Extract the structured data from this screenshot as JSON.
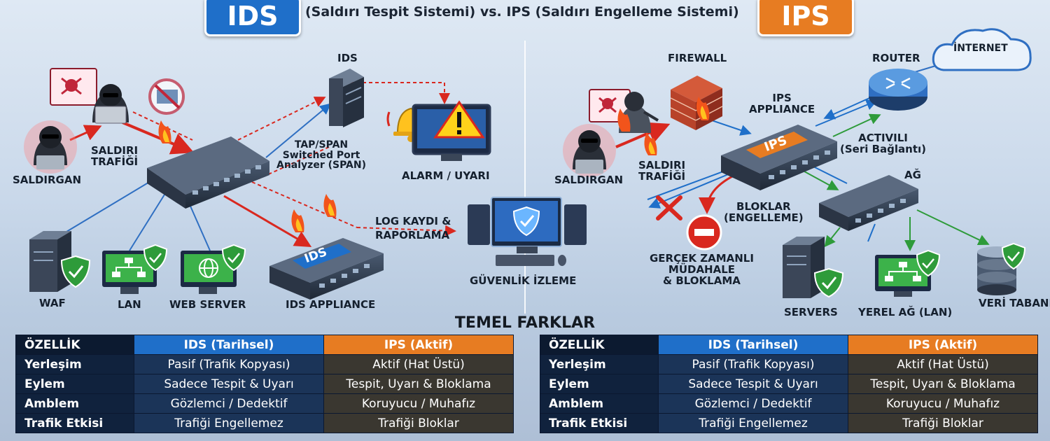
{
  "header": {
    "ids_badge": "IDS",
    "ips_badge": "IPS",
    "title": "(Saldırı Tespit Sistemi) vs. IPS (Saldırı Engelleme Sistemi)"
  },
  "ids_side": {
    "attacker": "SALDIRGAN",
    "attack_traffic": "SALDIRI\nTRAFİĞİ",
    "ids_server": "IDS",
    "tap_span": "TAP/SPAN\nSwitched Port\nAnalyzer (SPAN)",
    "alarm": "ALARM / UYARI",
    "log": "LOG KAYDI &\nRAPORLAMA",
    "monitoring": "GÜVENLİK İZLEME",
    "waf": "WAF",
    "lan": "LAN",
    "web_server": "WEB SERVER",
    "ids_appliance": "IDS APPLIANCE",
    "appliance_text": "IDS"
  },
  "ips_side": {
    "firewall": "FIREWALL",
    "router": "ROUTER",
    "internet": "İNTERNET",
    "ips_appliance": "IPS\nAPPLIANCE",
    "appliance_text": "IPS",
    "activ": "ACTIVILI\n(Seri Bağlantı)",
    "attacker": "SALDIRGAN",
    "attack_traffic": "SALDIRI\nTRAFİĞİ",
    "ag": "AĞ",
    "block": "BLOKLAR\n(ENGELLEME)",
    "realtime": "GERÇEK ZAMANLI\nMÜDAHALE\n& BLOKLAMA",
    "servers": "SERVERS",
    "local_lan": "YEREL AĞ (LAN)",
    "database": "VERİ TABANI"
  },
  "table": {
    "heading": "TEMEL FARKLAR",
    "headers": [
      "ÖZELLİK",
      "IDS (Tarihsel)",
      "IPS (Aktif)"
    ],
    "rows": [
      [
        "Yerleşim",
        "Pasif (Trafik Kopyası)",
        "Aktif (Hat Üstü)"
      ],
      [
        "Eylem",
        "Sadece Tespit & Uyarı",
        "Tespit, Uyarı & Bloklama"
      ],
      [
        "Amblem",
        "Gözlemci / Dedektif",
        "Koruyucu / Muhafız"
      ],
      [
        "Trafik Etkisi",
        "Trafiği Engellemez",
        "Trafiği Bloklar"
      ]
    ]
  },
  "colors": {
    "ids_blue": "#1f6fc9",
    "ips_orange": "#e77c22",
    "alert_red": "#d9281f",
    "shield_green": "#2e9b3a"
  }
}
